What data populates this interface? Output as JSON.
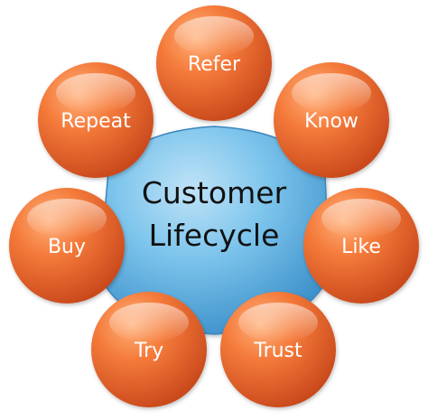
{
  "hub": {
    "title_line1": "Customer",
    "title_line2": "Lifecycle",
    "color": "#5aaee0"
  },
  "nodes": [
    {
      "label": "Refer"
    },
    {
      "label": "Know"
    },
    {
      "label": "Like"
    },
    {
      "label": "Trust"
    },
    {
      "label": "Try"
    },
    {
      "label": "Buy"
    },
    {
      "label": "Repeat"
    }
  ],
  "colors": {
    "node_fill": "#f26a2a",
    "node_highlight": "#ffb07a",
    "node_shadow": "#c7461a"
  }
}
